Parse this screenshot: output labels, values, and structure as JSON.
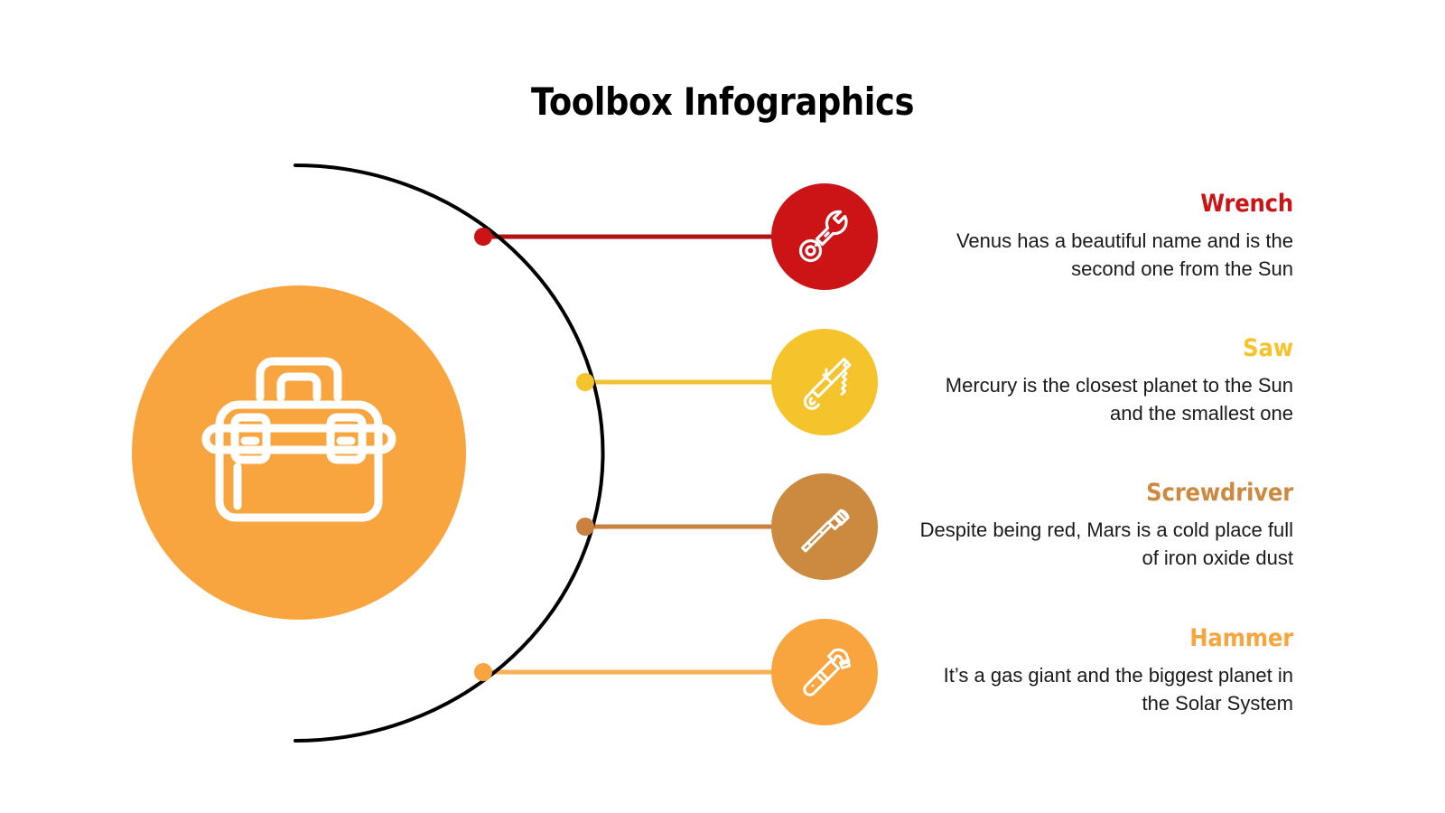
{
  "page": {
    "title": "Toolbox Infographics",
    "background_color": "#FFFFFF"
  },
  "center": {
    "icon": "toolbox-icon",
    "circle_color": "#F9A53F",
    "icon_color": "#FFFFFF"
  },
  "arc": {
    "color": "#000000",
    "stroke_width": 4
  },
  "items": [
    {
      "key": "wrench",
      "heading": "Wrench",
      "description": "Venus has a beautiful name and is the second one from the Sun",
      "color": "#CC1417",
      "icon": "wrench-icon",
      "dot_color": "#CC1417",
      "connector_color": "#B01316"
    },
    {
      "key": "saw",
      "heading": "Saw",
      "description": "Mercury is the closest planet to the Sun and the smallest one",
      "color": "#F5C32C",
      "icon": "saw-icon",
      "dot_color": "#F5C32C",
      "connector_color": "#F0C233"
    },
    {
      "key": "screwdriver",
      "heading": "Screwdriver",
      "description": "Despite being red, Mars is a cold place full of iron oxide dust",
      "color": "#CC8A40",
      "icon": "screwdriver-icon",
      "dot_color": "#C8813E",
      "connector_color": "#C8813E"
    },
    {
      "key": "hammer",
      "heading": "Hammer",
      "description": "It’s a gas giant and the biggest planet in the Solar System",
      "color": "#F9A53F",
      "icon": "hammer-icon",
      "dot_color": "#F9A53F",
      "connector_color": "#F6B254"
    }
  ]
}
